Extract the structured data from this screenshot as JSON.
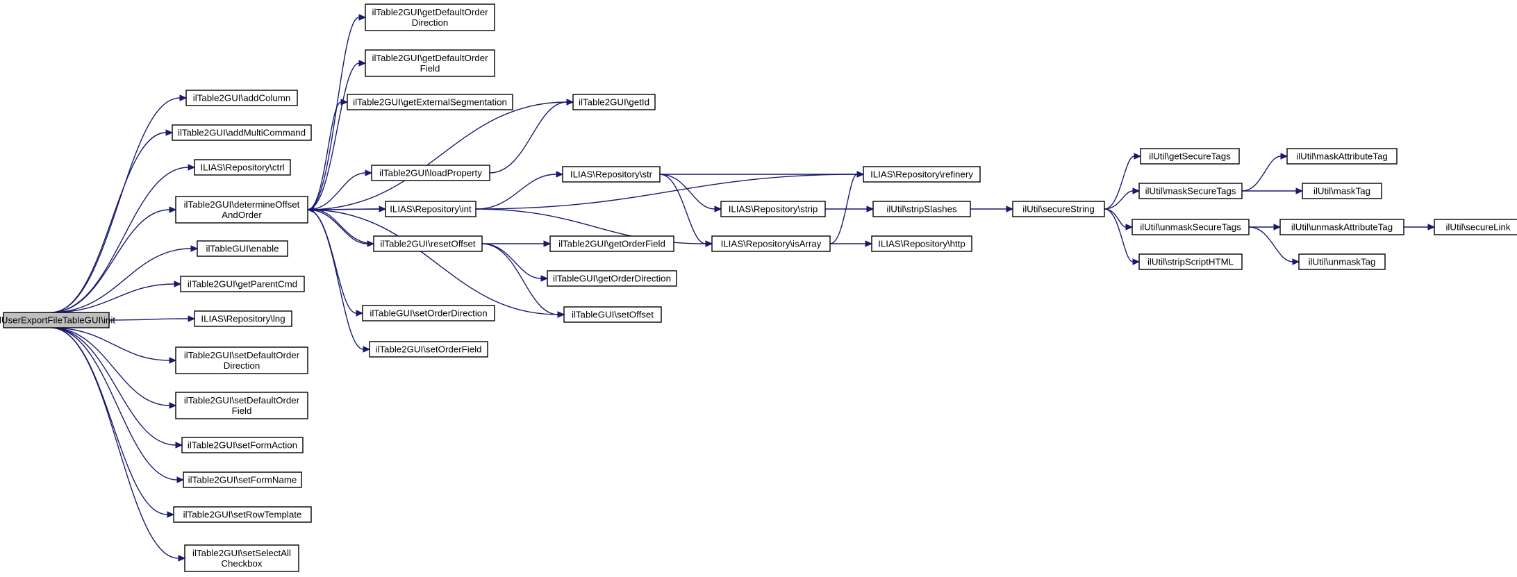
{
  "graph": {
    "colors": {
      "edge": "#191970",
      "node_border": "#000000",
      "node_fill": "#ffffff",
      "root_fill": "#bfbfbf"
    },
    "nodes": [
      {
        "id": "n0",
        "lines": [
          "ilUserExportFileTableGUI\\init"
        ],
        "root": true
      },
      {
        "id": "n1",
        "lines": [
          "ilTable2GUI\\addColumn"
        ]
      },
      {
        "id": "n2",
        "lines": [
          "ilTable2GUI\\addMultiCommand"
        ]
      },
      {
        "id": "n3",
        "lines": [
          "ILIAS\\Repository\\ctrl"
        ]
      },
      {
        "id": "n4",
        "lines": [
          "ilTable2GUI\\determineOffset",
          "AndOrder"
        ]
      },
      {
        "id": "n5",
        "lines": [
          "ilTableGUI\\enable"
        ]
      },
      {
        "id": "n6",
        "lines": [
          "ilTable2GUI\\getParentCmd"
        ]
      },
      {
        "id": "n7",
        "lines": [
          "ILIAS\\Repository\\lng"
        ]
      },
      {
        "id": "n8",
        "lines": [
          "ilTable2GUI\\setDefaultOrder",
          "Direction"
        ]
      },
      {
        "id": "n9",
        "lines": [
          "ilTable2GUI\\setDefaultOrder",
          "Field"
        ]
      },
      {
        "id": "n10",
        "lines": [
          "ilTable2GUI\\setFormAction"
        ]
      },
      {
        "id": "n11",
        "lines": [
          "ilTable2GUI\\setFormName"
        ]
      },
      {
        "id": "n12",
        "lines": [
          "ilTable2GUI\\setRowTemplate"
        ]
      },
      {
        "id": "n13",
        "lines": [
          "ilTable2GUI\\setSelectAll",
          "Checkbox"
        ]
      },
      {
        "id": "n14",
        "lines": [
          "ilTable2GUI\\getDefaultOrder",
          "Direction"
        ]
      },
      {
        "id": "n15",
        "lines": [
          "ilTable2GUI\\getDefaultOrder",
          "Field"
        ]
      },
      {
        "id": "n16",
        "lines": [
          "ilTable2GUI\\getExternalSegmentation"
        ]
      },
      {
        "id": "n17",
        "lines": [
          "ilTable2GUI\\loadProperty"
        ]
      },
      {
        "id": "n18",
        "lines": [
          "ILIAS\\Repository\\int"
        ]
      },
      {
        "id": "n19",
        "lines": [
          "ilTable2GUI\\resetOffset"
        ]
      },
      {
        "id": "n20",
        "lines": [
          "ilTableGUI\\setOrderDirection"
        ]
      },
      {
        "id": "n21",
        "lines": [
          "ilTable2GUI\\setOrderField"
        ]
      },
      {
        "id": "n22",
        "lines": [
          "ilTable2GUI\\getId"
        ]
      },
      {
        "id": "n23",
        "lines": [
          "ILIAS\\Repository\\str"
        ]
      },
      {
        "id": "n24",
        "lines": [
          "ilTable2GUI\\getOrderField"
        ]
      },
      {
        "id": "n25",
        "lines": [
          "ilTableGUI\\getOrderDirection"
        ]
      },
      {
        "id": "n26",
        "lines": [
          "ilTableGUI\\setOffset"
        ]
      },
      {
        "id": "n27",
        "lines": [
          "ILIAS\\Repository\\refinery"
        ]
      },
      {
        "id": "n28",
        "lines": [
          "ILIAS\\Repository\\strip"
        ]
      },
      {
        "id": "n29",
        "lines": [
          "ILIAS\\Repository\\isArray"
        ]
      },
      {
        "id": "n30",
        "lines": [
          "ilUtil\\stripSlashes"
        ]
      },
      {
        "id": "n31",
        "lines": [
          "ILIAS\\Repository\\http"
        ]
      },
      {
        "id": "n32",
        "lines": [
          "ilUtil\\secureString"
        ]
      },
      {
        "id": "n33",
        "lines": [
          "ilUtil\\getSecureTags"
        ]
      },
      {
        "id": "n34",
        "lines": [
          "ilUtil\\maskSecureTags"
        ]
      },
      {
        "id": "n35",
        "lines": [
          "ilUtil\\unmaskSecureTags"
        ]
      },
      {
        "id": "n36",
        "lines": [
          "ilUtil\\stripScriptHTML"
        ]
      },
      {
        "id": "n37",
        "lines": [
          "ilUtil\\maskAttributeTag"
        ]
      },
      {
        "id": "n38",
        "lines": [
          "ilUtil\\maskTag"
        ]
      },
      {
        "id": "n39",
        "lines": [
          "ilUtil\\unmaskAttributeTag"
        ]
      },
      {
        "id": "n40",
        "lines": [
          "ilUtil\\unmaskTag"
        ]
      },
      {
        "id": "n41",
        "lines": [
          "ilUtil\\secureLink"
        ]
      }
    ],
    "edges": [
      [
        "n0",
        "n1"
      ],
      [
        "n0",
        "n2"
      ],
      [
        "n0",
        "n3"
      ],
      [
        "n0",
        "n4"
      ],
      [
        "n0",
        "n5"
      ],
      [
        "n0",
        "n6"
      ],
      [
        "n0",
        "n7"
      ],
      [
        "n0",
        "n8"
      ],
      [
        "n0",
        "n9"
      ],
      [
        "n0",
        "n10"
      ],
      [
        "n0",
        "n11"
      ],
      [
        "n0",
        "n12"
      ],
      [
        "n0",
        "n13"
      ],
      [
        "n4",
        "n14"
      ],
      [
        "n4",
        "n15"
      ],
      [
        "n4",
        "n16"
      ],
      [
        "n4",
        "n22"
      ],
      [
        "n4",
        "n17"
      ],
      [
        "n4",
        "n18"
      ],
      [
        "n4",
        "n19"
      ],
      [
        "n4",
        "n26"
      ],
      [
        "n4",
        "n20"
      ],
      [
        "n4",
        "n21"
      ],
      [
        "n17",
        "n22"
      ],
      [
        "n18",
        "n4"
      ],
      [
        "n18",
        "n27"
      ],
      [
        "n18",
        "n23"
      ],
      [
        "n18",
        "n29"
      ],
      [
        "n19",
        "n4"
      ],
      [
        "n19",
        "n24"
      ],
      [
        "n19",
        "n25"
      ],
      [
        "n19",
        "n26"
      ],
      [
        "n23",
        "n27"
      ],
      [
        "n23",
        "n28"
      ],
      [
        "n23",
        "n29"
      ],
      [
        "n28",
        "n30"
      ],
      [
        "n29",
        "n27"
      ],
      [
        "n29",
        "n31"
      ],
      [
        "n30",
        "n32"
      ],
      [
        "n32",
        "n33"
      ],
      [
        "n32",
        "n34"
      ],
      [
        "n32",
        "n35"
      ],
      [
        "n32",
        "n36"
      ],
      [
        "n34",
        "n37"
      ],
      [
        "n34",
        "n38"
      ],
      [
        "n35",
        "n39"
      ],
      [
        "n35",
        "n40"
      ],
      [
        "n39",
        "n41"
      ]
    ]
  }
}
